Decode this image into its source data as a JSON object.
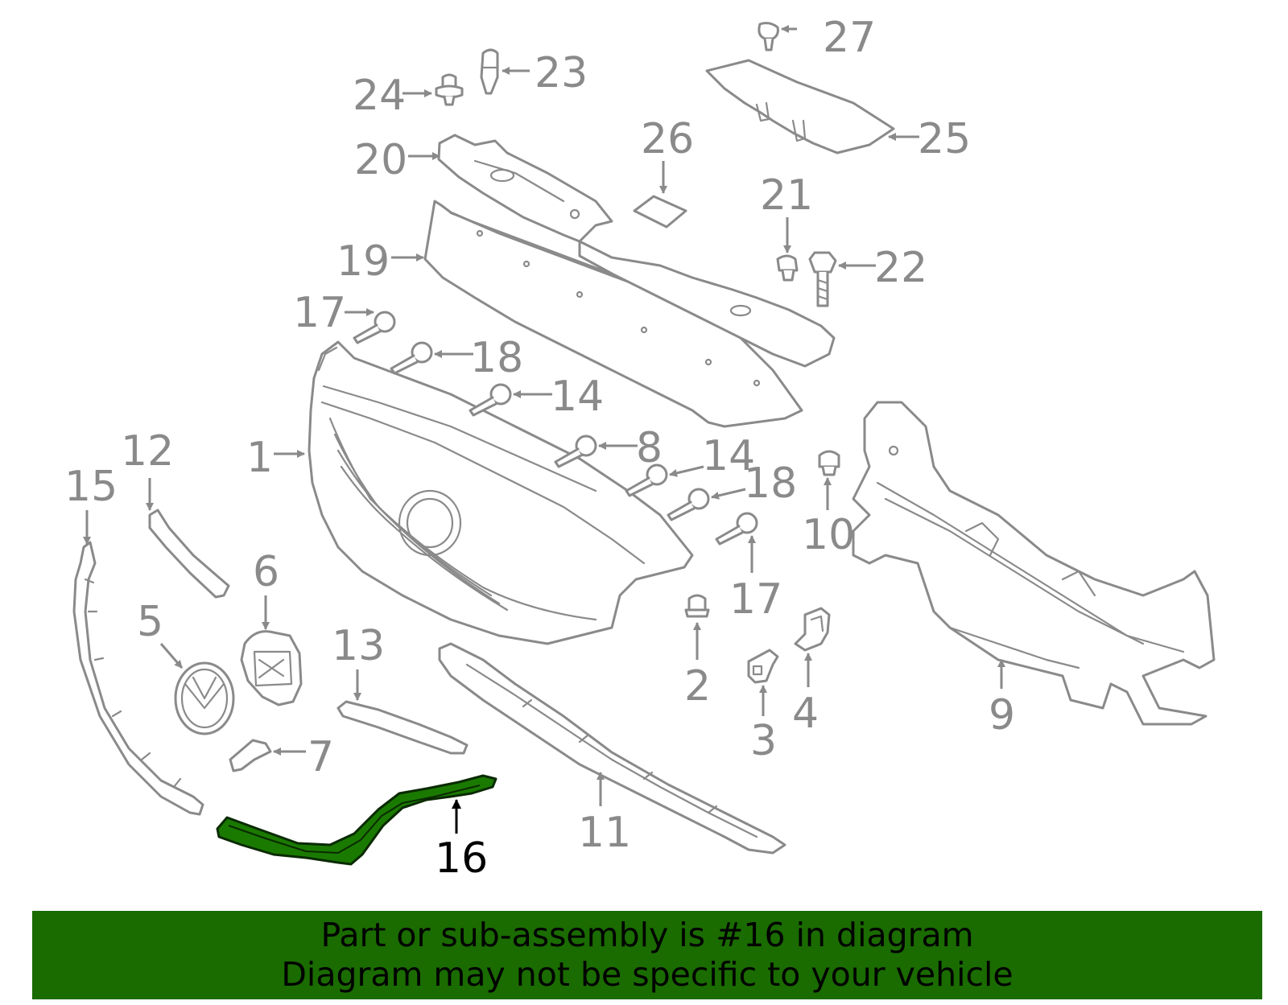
{
  "colors": {
    "line": "#8a8a8a",
    "highlight_part": "#1a7a00",
    "footer_background": "#1a6b00",
    "footer_text": "#000000",
    "highlight_label": "#000000"
  },
  "highlighted_part": "16",
  "callouts": {
    "c1": "1",
    "c2": "2",
    "c3": "3",
    "c4": "4",
    "c5": "5",
    "c6": "6",
    "c7": "7",
    "c8": "8",
    "c9": "9",
    "c10": "10",
    "c11": "11",
    "c12": "12",
    "c13": "13",
    "c14a": "14",
    "c14b": "14",
    "c15": "15",
    "c16": "16",
    "c17a": "17",
    "c17b": "17",
    "c18a": "18",
    "c18b": "18",
    "c19": "19",
    "c20": "20",
    "c21": "21",
    "c22": "22",
    "c23": "23",
    "c24": "24",
    "c25": "25",
    "c26": "26",
    "c27": "27"
  },
  "footer": {
    "line1": "Part or sub-assembly is #16 in diagram",
    "line2": "Diagram may not be specific to your vehicle"
  }
}
